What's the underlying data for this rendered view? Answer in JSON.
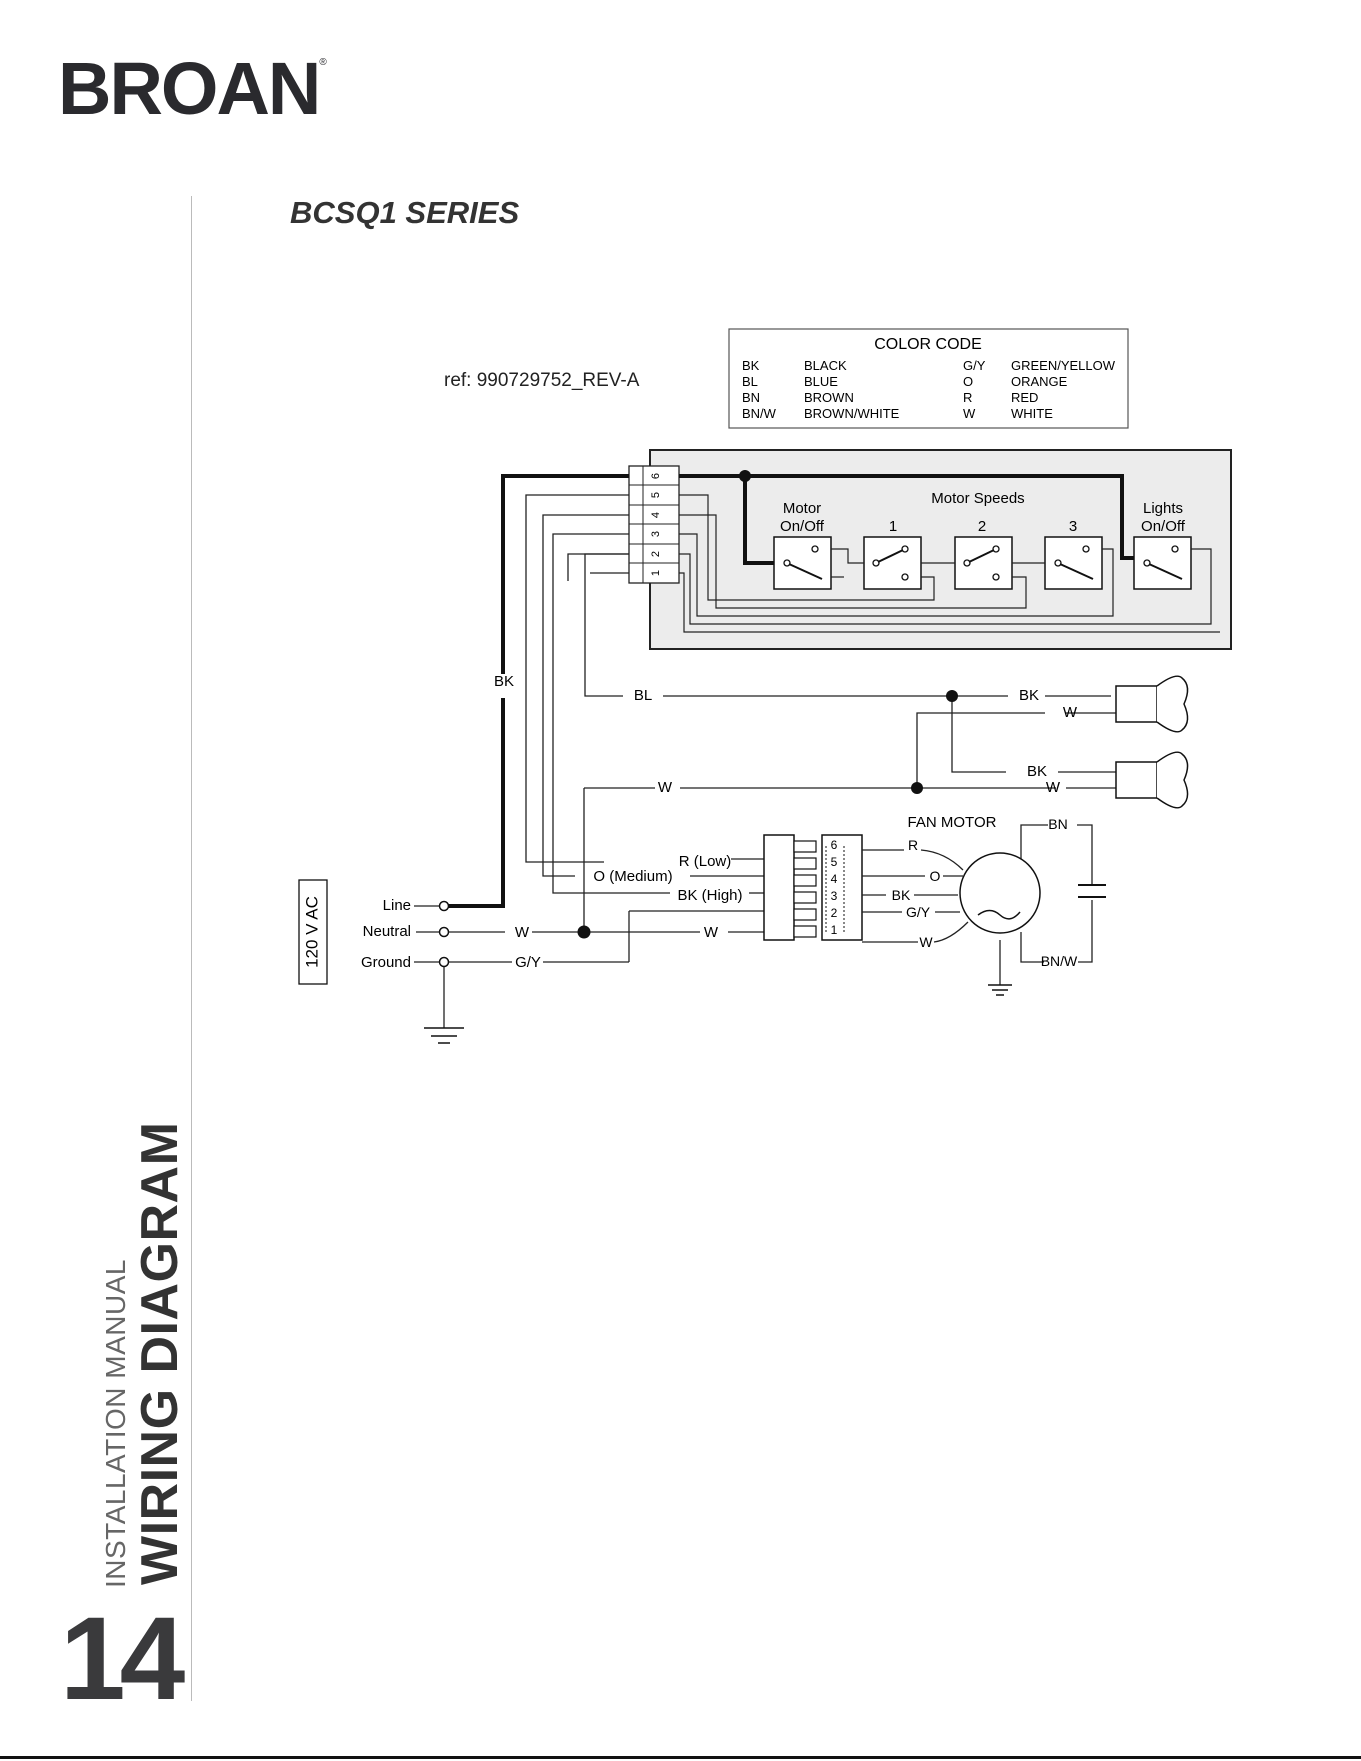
{
  "brand": {
    "logo_text": "BROAN",
    "registered": "®"
  },
  "series_title": "BCSQ1 SERIES",
  "page": {
    "number": "14",
    "section_small": "INSTALLATION MANUAL",
    "section_big": "WIRING DIAGRAM"
  },
  "diagram": {
    "ref": "ref: 990729752_REV-A",
    "color_code": {
      "title": "COLOR CODE",
      "left": [
        {
          "code": "BK",
          "name": "BLACK"
        },
        {
          "code": "BL",
          "name": "BLUE"
        },
        {
          "code": "BN",
          "name": "BROWN"
        },
        {
          "code": "BN/W",
          "name": "BROWN/WHITE"
        }
      ],
      "right": [
        {
          "code": "G/Y",
          "name": "GREEN/YELLOW"
        },
        {
          "code": "O",
          "name": "ORANGE"
        },
        {
          "code": "R",
          "name": "RED"
        },
        {
          "code": "W",
          "name": "WHITE"
        }
      ]
    },
    "control_board": {
      "motor_onoff": [
        "Motor",
        "On/Off"
      ],
      "motor_speeds": "Motor Speeds",
      "speed_labels": [
        "1",
        "2",
        "3"
      ],
      "lights_onoff": [
        "Lights",
        "On/Off"
      ],
      "terminals": [
        "6",
        "5",
        "4",
        "3",
        "2",
        "1"
      ]
    },
    "supply": {
      "voltage": "120 V AC",
      "line": "Line",
      "neutral": "Neutral",
      "ground": "Ground"
    },
    "wire_labels": {
      "bk_main": "BK",
      "bl": "BL",
      "w_lights": "W",
      "lamp1_bk": "BK",
      "lamp1_w": "W",
      "lamp2_bk": "BK",
      "lamp2_w": "W",
      "r_low": "R (Low)",
      "o_medium": "O (Medium)",
      "bk_high": "BK (High)",
      "w_neutral_in": "W",
      "w_neutral_out": "W",
      "gy": "G/Y"
    },
    "connector_pins": [
      "6",
      "5",
      "4",
      "3",
      "2",
      "1"
    ],
    "motor": {
      "title": "FAN MOTOR",
      "leads": [
        "R",
        "O",
        "BK",
        "G/Y",
        "W"
      ],
      "bn": "BN",
      "bnw": "BN/W"
    }
  }
}
